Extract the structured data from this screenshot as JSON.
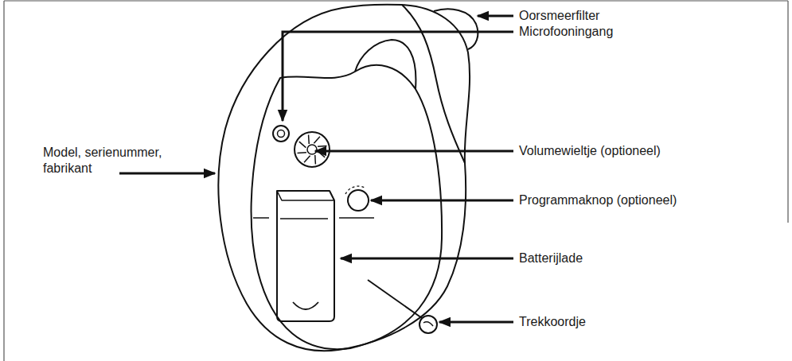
{
  "diagram": {
    "labels": [
      "Oorsmeerfilter",
      "Microfooningang",
      "Model, serienummer, fabrikant",
      "Volumewieltje (optioneel)",
      "Programmaknop (optioneel)",
      "Batterijlade",
      "Trekkoordje"
    ]
  }
}
